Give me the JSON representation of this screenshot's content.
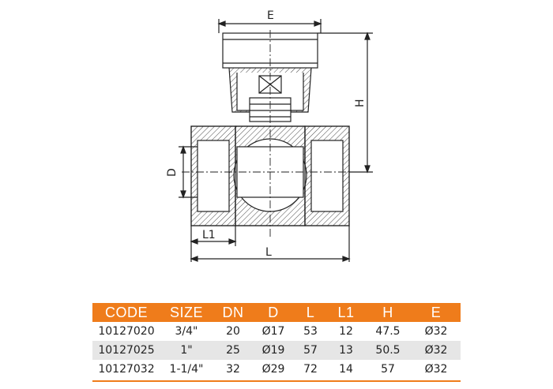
{
  "drawing": {
    "labels": {
      "E": "E",
      "H": "H",
      "D": "D",
      "L1": "L1",
      "L": "L"
    }
  },
  "table": {
    "headers": [
      "CODE",
      "SIZE",
      "DN",
      "D",
      "L",
      "L1",
      "H",
      "E"
    ],
    "rows": [
      [
        "10127020",
        "3/4\"",
        "20",
        "Ø17",
        "53",
        "12",
        "47.5",
        "Ø32"
      ],
      [
        "10127025",
        "1\"",
        "25",
        "Ø19",
        "57",
        "13",
        "50.5",
        "Ø32"
      ],
      [
        "10127032",
        "1-1/4\"",
        "32",
        "Ø29",
        "72",
        "14",
        "57",
        "Ø32"
      ]
    ],
    "header_color": "#ef7c1b",
    "stripe_color": "#e6e6e6"
  }
}
